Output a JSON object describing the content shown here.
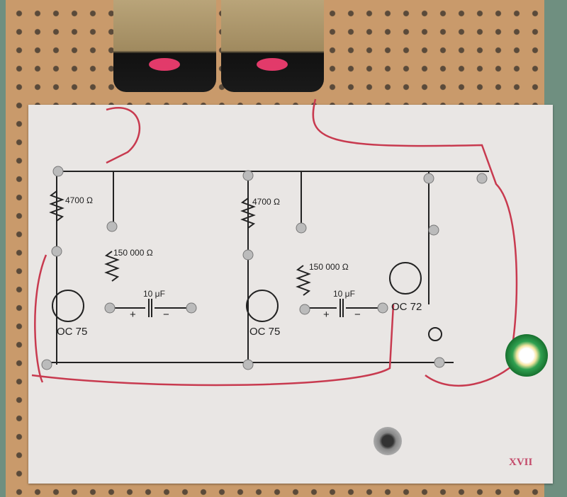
{
  "photo": {
    "resistor_labels": [
      "4700 Ω",
      "150 000 Ω",
      "4700 Ω",
      "150 000 Ω"
    ],
    "capacitor_labels": [
      "10 μF",
      "10 μF"
    ],
    "polarity": {
      "plus": "+",
      "minus": "−"
    },
    "transistor_labels": [
      "OC 75",
      "OC 75",
      "OC 72"
    ],
    "stamp": "XVII",
    "colors": {
      "wire": "#c83a4f",
      "board": "#c99a6b",
      "paper": "#e9e6e4",
      "lamp": "#2fa050"
    }
  }
}
